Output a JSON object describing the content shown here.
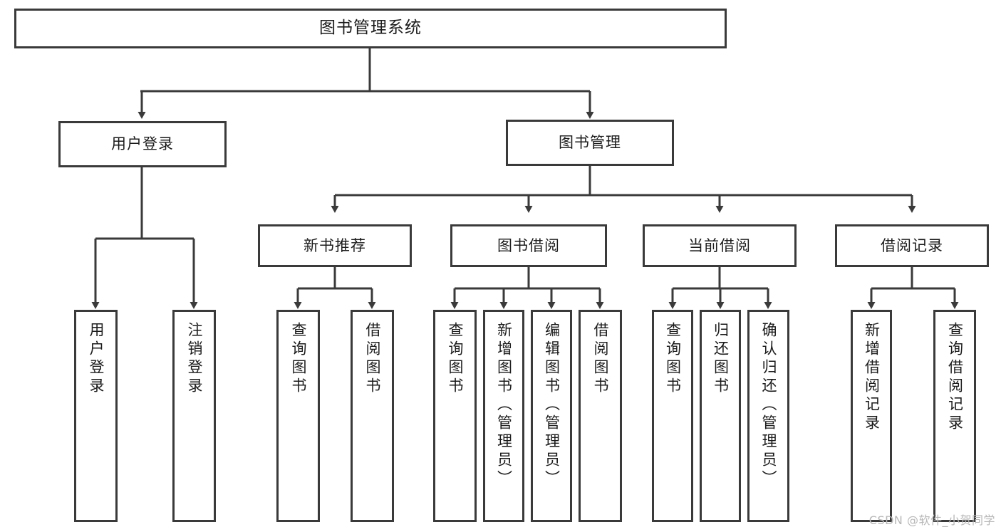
{
  "diagram": {
    "title": "图书管理系统",
    "type": "hierarchy-tree",
    "watermark": "CSDN @软件_小贺同学",
    "colors": {
      "stroke": "#3a3a3a",
      "fill": "#ffffff",
      "text": "#1b1b1b",
      "watermark": "#b7b7b7"
    },
    "root": {
      "label": "图书管理系统"
    },
    "level1": [
      {
        "label": "用户登录"
      },
      {
        "label": "图书管理"
      }
    ],
    "level2": [
      {
        "label": "新书推荐"
      },
      {
        "label": "图书借阅"
      },
      {
        "label": "当前借阅"
      },
      {
        "label": "借阅记录"
      }
    ],
    "leaves": {
      "user_login": [
        {
          "label": "用户登录"
        },
        {
          "label": "注销登录"
        }
      ],
      "new_book": [
        {
          "label": "查询图书"
        },
        {
          "label": "借阅图书"
        }
      ],
      "borrow_book": [
        {
          "label": "查询图书"
        },
        {
          "label": "新增图书（管理员）"
        },
        {
          "label": "编辑图书（管理员）"
        },
        {
          "label": "借阅图书"
        }
      ],
      "current_borrow": [
        {
          "label": "查询图书"
        },
        {
          "label": "归还图书"
        },
        {
          "label": "确认归还（管理员）"
        }
      ],
      "borrow_record": [
        {
          "label": "新增借阅记录"
        },
        {
          "label": "查询借阅记录"
        }
      ]
    }
  }
}
